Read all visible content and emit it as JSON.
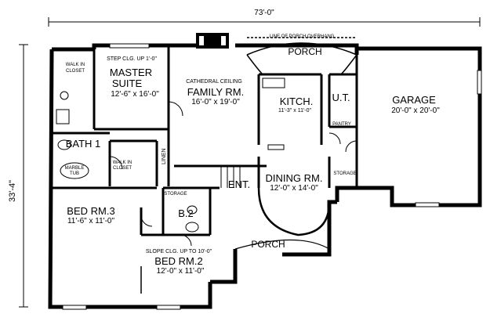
{
  "dimensions": {
    "overall_width": "73'-0\"",
    "overall_depth": "33'-4\""
  },
  "notes": {
    "porch_overhang": "LINE OF PORCH OVERHANG",
    "master_ceiling": "STEP CLG. UP 1'-0\"",
    "family_ceiling": "CATHEDRAL CEILING",
    "bed2_ceiling": "SLOPE CLG. UP TO 10'-0\""
  },
  "rooms": {
    "porch_rear": {
      "name": "PORCH"
    },
    "porch_front": {
      "name": "PORCH"
    },
    "master_suite": {
      "name_1": "MASTER",
      "name_2": "SUITE",
      "size": "12'-6\" x 16'-0\""
    },
    "family_room": {
      "name": "FAMILY RM.",
      "size": "16'-0\" x 19'-0\""
    },
    "kitchen": {
      "name": "KITCH.",
      "size": "11'-3\" x 11'-0\""
    },
    "utility": {
      "name": "U.T."
    },
    "garage": {
      "name": "GARAGE",
      "size": "20'-0\" x 20'-0\""
    },
    "pantry": {
      "name": "PANTRY"
    },
    "storage": {
      "name": "STORAGE"
    },
    "storage_hall": {
      "name": "STORAGE"
    },
    "bath_1": {
      "name": "BATH 1"
    },
    "walk_in_closet_1": {
      "name_1": "WALK IN",
      "name_2": "CLOSET"
    },
    "walk_in_closet_2": {
      "name_1": "WALK IN",
      "name_2": "CLOSET"
    },
    "marble_tub": {
      "name_1": "MARBLE",
      "name_2": "TUB"
    },
    "linen": {
      "name": "LINEN"
    },
    "dining_room": {
      "name": "DINING RM.",
      "size": "12'-0\" x 14'-0\""
    },
    "entry": {
      "name": "ENT."
    },
    "bed_room_3": {
      "name": "BED RM.3",
      "size": "11'-6\" x 11'-0\""
    },
    "bath_2": {
      "name": "B.2"
    },
    "bed_room_2": {
      "name": "BED RM.2",
      "size": "12'-0\" x 11'-0\""
    }
  }
}
